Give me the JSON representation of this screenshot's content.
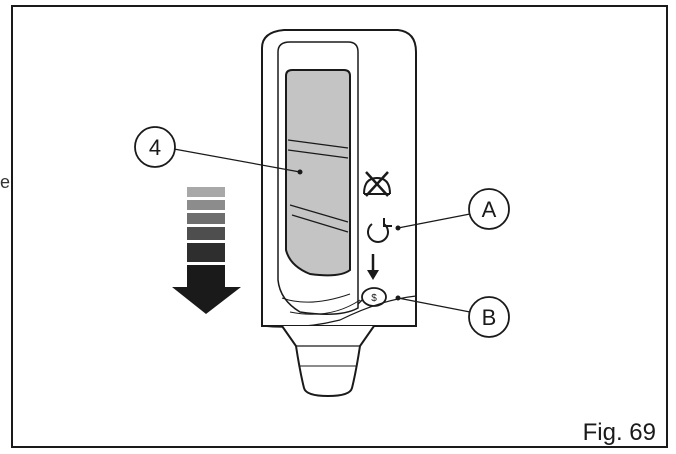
{
  "figure": {
    "label": "Fig. 69",
    "edge_fragment": "e"
  },
  "callouts": {
    "item_4": "4",
    "item_a": "A",
    "item_b": "B"
  },
  "icons": {
    "no_cruise": "crossed-speedometer-icon",
    "resume": "circular-arrow-icon",
    "set": "speed-set-icon",
    "direction": "down-arrow-icon"
  },
  "colors": {
    "line": "#1a1a1a",
    "button_fill": "#c4c4c4",
    "gradient_steps": [
      "#a8a8a8",
      "#8c8c8c",
      "#6e6e6e",
      "#4e4e4e",
      "#2e2e2e"
    ]
  }
}
